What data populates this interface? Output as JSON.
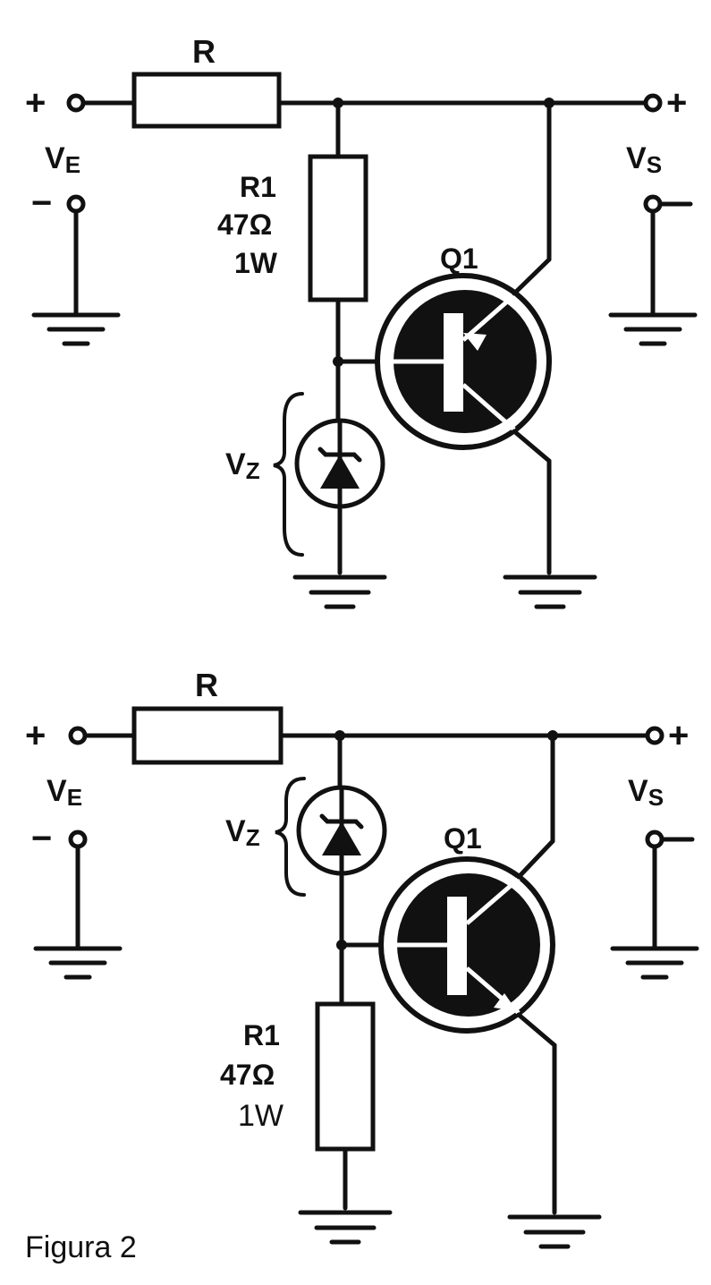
{
  "circuit_top": {
    "resistor_R": "R",
    "input_plus": "+",
    "input_minus": "−",
    "input_label_main": "V",
    "input_label_sub": "E",
    "output_plus": "+",
    "output_label_main": "V",
    "output_label_sub": "S",
    "r1_name": "R1",
    "r1_value": "47Ω",
    "r1_power": "1W",
    "transistor": "Q1",
    "zener_main": "V",
    "zener_sub": "Z"
  },
  "circuit_bottom": {
    "resistor_R": "R",
    "input_plus": "+",
    "input_minus": "−",
    "input_label_main": "V",
    "input_label_sub": "E",
    "output_plus": "+",
    "output_label_main": "V",
    "output_label_sub": "S",
    "r1_name": "R1",
    "r1_value": "47Ω",
    "r1_power": "1W",
    "transistor": "Q1",
    "zener_main": "V",
    "zener_sub": "Z"
  },
  "caption": "Figura 2"
}
